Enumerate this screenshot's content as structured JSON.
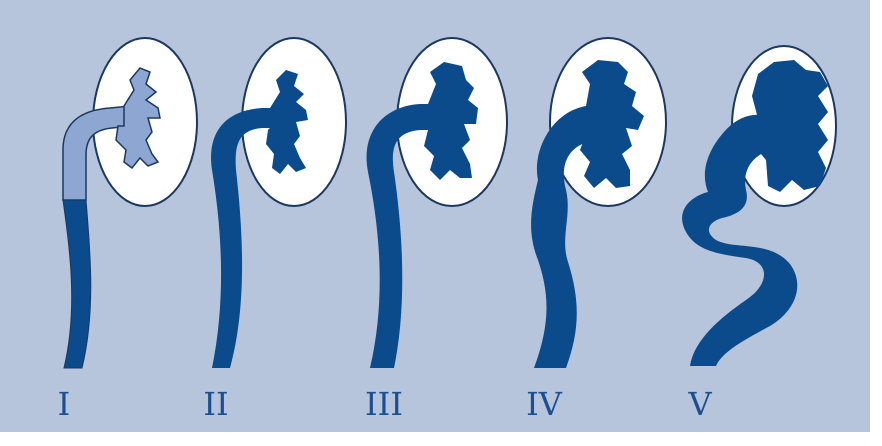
{
  "colors": {
    "background": "#b6c4dc",
    "kidney_fill": "#ffffff",
    "contrast_dark": "#0b4a8b",
    "contrast_light": "#8ea6d2",
    "outline": "#1a3860",
    "label": "#1b4f90"
  },
  "grades": [
    {
      "label": "I"
    },
    {
      "label": "II"
    },
    {
      "label": "III"
    },
    {
      "label": "IV"
    },
    {
      "label": "V"
    }
  ]
}
